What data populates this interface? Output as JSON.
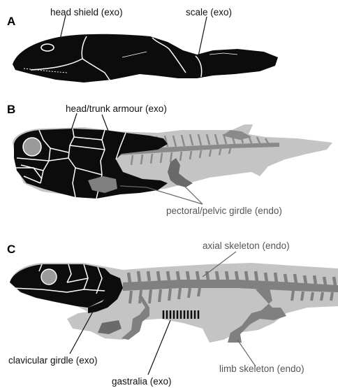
{
  "panels": {
    "a": {
      "letter": "A",
      "labels": {
        "head_shield": "head shield (exo)",
        "scale": "scale (exo)"
      }
    },
    "b": {
      "letter": "B",
      "labels": {
        "head_trunk_armour": "head/trunk armour (exo)",
        "girdle": "pectoral/pelvic girdle (endo)"
      }
    },
    "c": {
      "letter": "C",
      "labels": {
        "axial_skeleton": "axial skeleton (endo)",
        "clavicular_girdle": "clavicular girdle (exo)",
        "limb_skeleton": "limb skeleton (endo)",
        "gastralia": "gastralia (exo)"
      }
    }
  },
  "colors": {
    "exoskeleton": "#0c0c0c",
    "soft_tissue": "#c4c4c4",
    "endoskeleton": "#808080",
    "suture": "#ffffff"
  }
}
